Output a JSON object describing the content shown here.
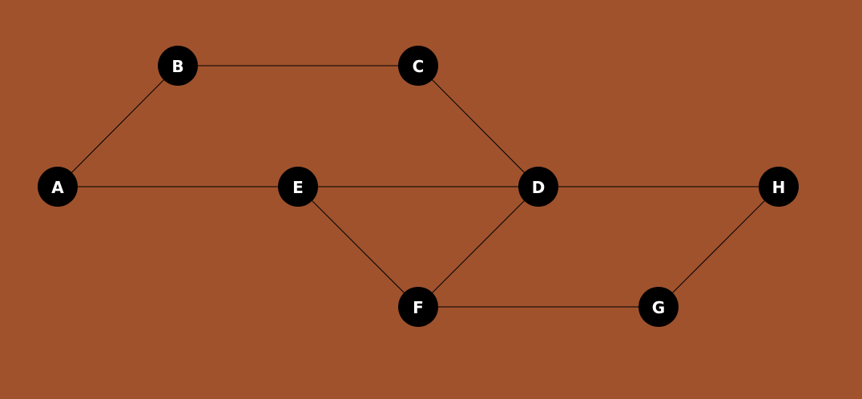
{
  "graph": {
    "background_color": "#a0522d",
    "node_color": "#000000",
    "label_color": "#ffffff",
    "edge_color": "#000000",
    "nodes": [
      "A",
      "B",
      "C",
      "D",
      "E",
      "F",
      "G",
      "H"
    ],
    "edges": [
      [
        "A",
        "B"
      ],
      [
        "B",
        "C"
      ],
      [
        "C",
        "D"
      ],
      [
        "A",
        "E"
      ],
      [
        "E",
        "D"
      ],
      [
        "D",
        "H"
      ],
      [
        "E",
        "F"
      ],
      [
        "F",
        "D"
      ],
      [
        "F",
        "G"
      ],
      [
        "G",
        "H"
      ]
    ]
  }
}
